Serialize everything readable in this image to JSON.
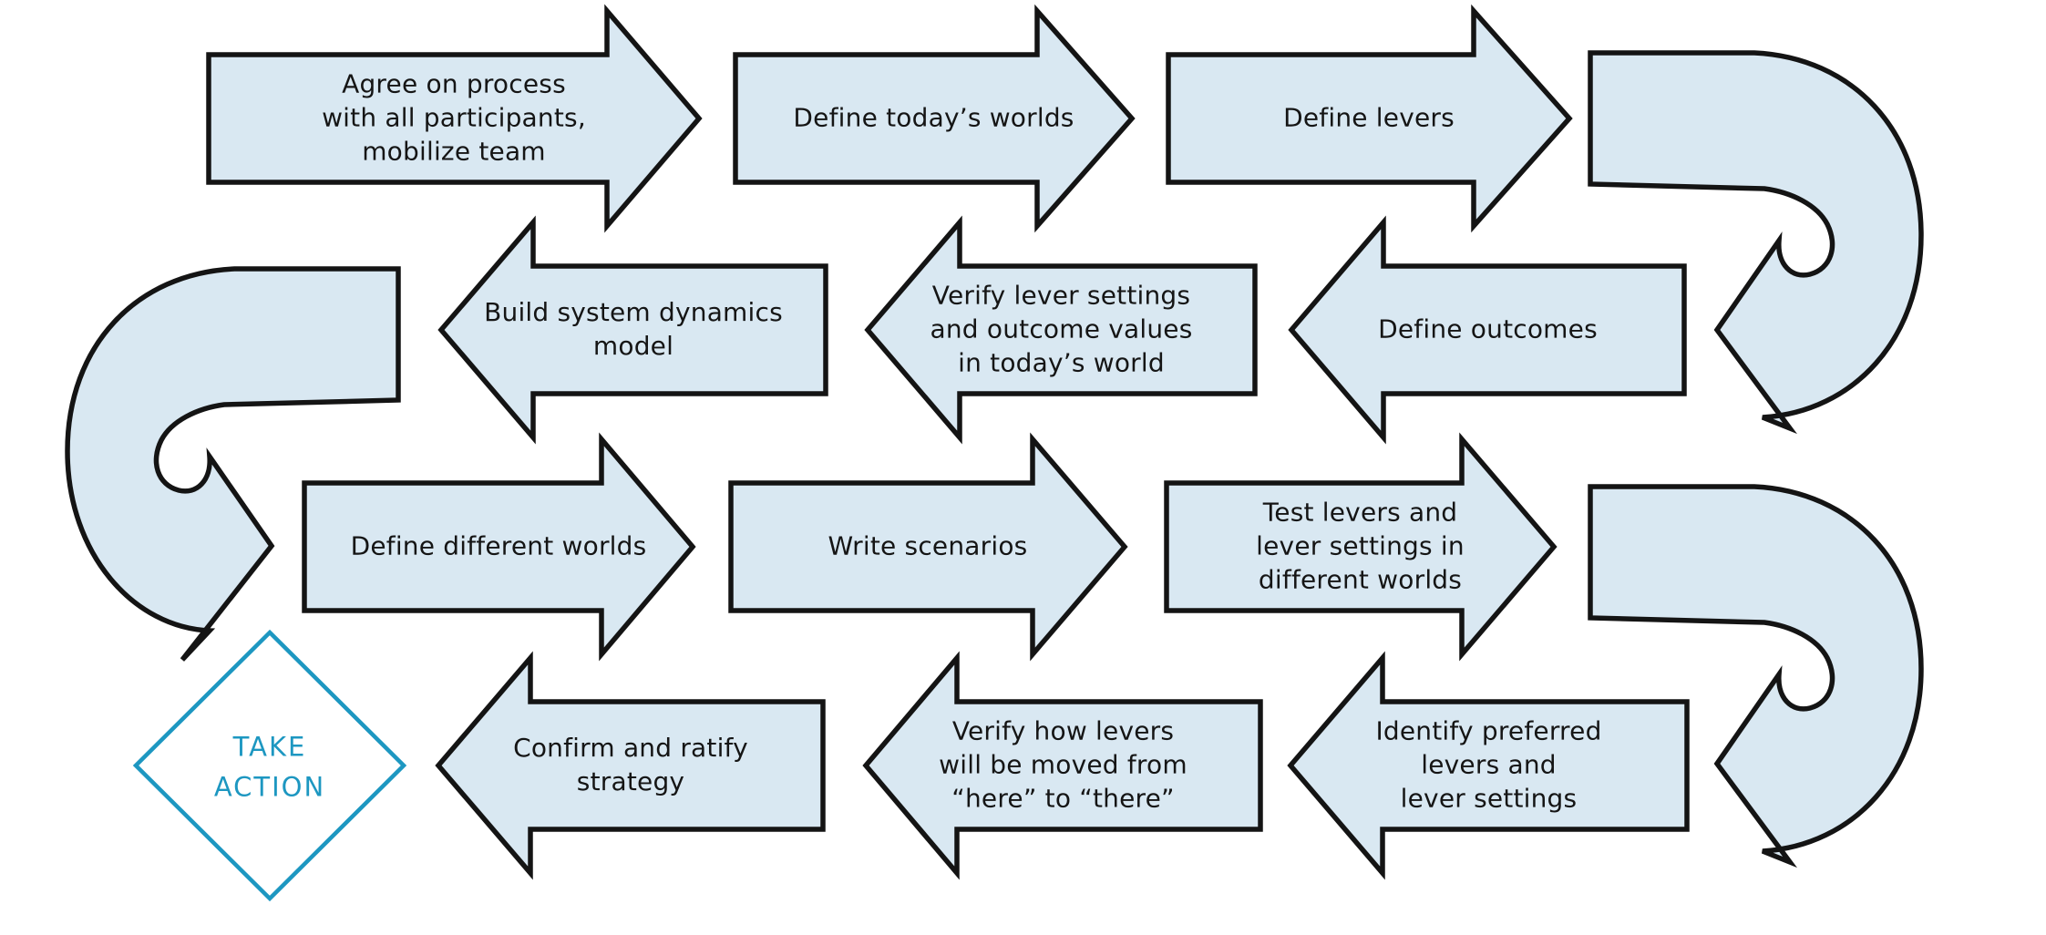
{
  "colors": {
    "arrow_fill": "#d9e8f2",
    "arrow_outline": "#141414",
    "terminal_accent": "#1d97c1",
    "background": "#ffffff",
    "text": "#151515"
  },
  "process": {
    "steps": [
      {
        "id": "agree-on-process",
        "label": "Agree on process\nwith all participants,\nmobilize team"
      },
      {
        "id": "define-todays-worlds",
        "label": "Define today’s worlds"
      },
      {
        "id": "define-levers",
        "label": "Define levers"
      },
      {
        "id": "define-outcomes",
        "label": "Define outcomes"
      },
      {
        "id": "verify-lever-settings",
        "label": "Verify lever settings\nand outcome values\nin today’s world"
      },
      {
        "id": "build-system-dynamics-model",
        "label": "Build system dynamics\nmodel"
      },
      {
        "id": "define-different-worlds",
        "label": "Define different worlds"
      },
      {
        "id": "write-scenarios",
        "label": "Write scenarios"
      },
      {
        "id": "test-levers",
        "label": "Test levers and\nlever settings in\ndifferent worlds"
      },
      {
        "id": "identify-preferred-levers",
        "label": "Identify preferred\nlevers and\nlever settings"
      },
      {
        "id": "verify-how-levers-moved",
        "label": "Verify how levers\nwill be moved from\n“here” to “there”"
      },
      {
        "id": "confirm-ratify-strategy",
        "label": "Confirm and ratify\nstrategy"
      }
    ],
    "connectors": [
      {
        "id": "loop-connector-top-right"
      },
      {
        "id": "loop-connector-left"
      },
      {
        "id": "loop-connector-bottom-right"
      }
    ],
    "terminal": {
      "id": "take-action",
      "label": "TAKE\nACTION"
    }
  }
}
